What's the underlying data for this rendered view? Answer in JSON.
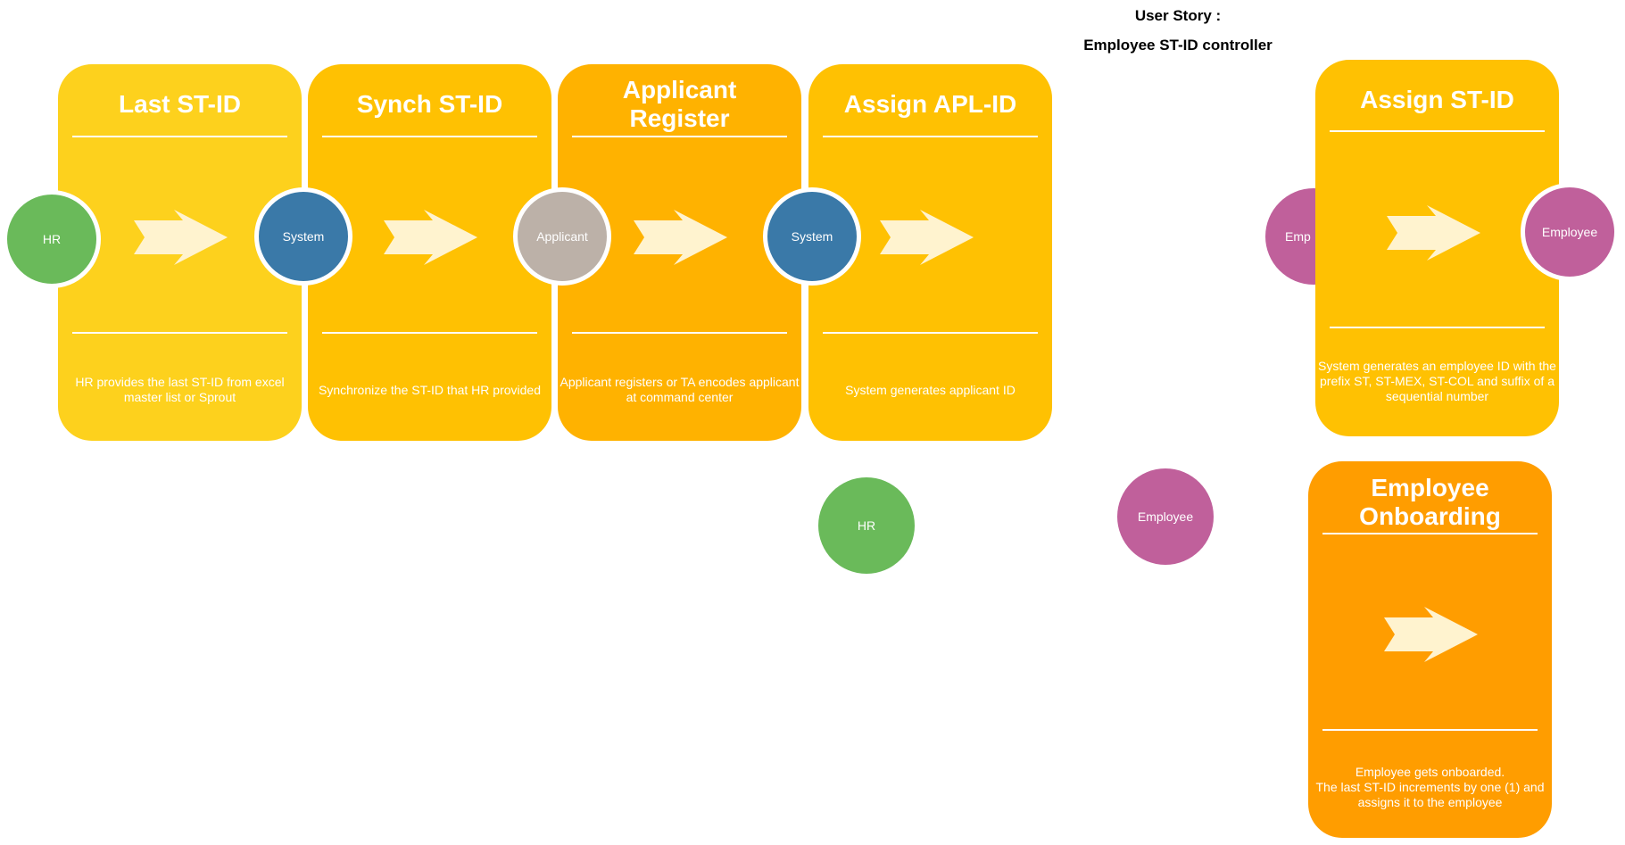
{
  "header": {
    "line1": "User Story :",
    "line2": "Employee ST-ID controller"
  },
  "colors": {
    "card_yellow": "#fdd11d",
    "card_gold": "#ffc102",
    "card_amber": "#ffb200",
    "card_orange": "#ff9d00",
    "arrow_fill": "#fff3cf",
    "actor_hr": "#6aba5a",
    "actor_system": "#3a79a8",
    "actor_applicant": "#bcb1a8",
    "actor_employee": "#c0609b"
  },
  "steps": [
    {
      "title": "Last ST-ID",
      "desc": "HR provides the last ST-ID from excel master list or Sprout",
      "actor": "HR"
    },
    {
      "title": "Synch ST-ID",
      "desc": "Synchronize the ST-ID that HR provided",
      "actor": "System"
    },
    {
      "title": "Applicant Register",
      "desc": "Applicant registers or TA encodes applicant at command center",
      "actor": "Applicant"
    },
    {
      "title": "Assign APL-ID",
      "desc": "System generates applicant ID",
      "actor": "System"
    },
    {
      "title": "Assign ST-ID",
      "desc": "System generates an employee ID with the prefix ST, ST-MEX, ST-COL and suffix of a sequential number",
      "actor": "Employee"
    },
    {
      "title": "Employee Onboarding",
      "desc": "Employee gets onboarded.\nThe last ST-ID increments by one (1) and assigns it to the employee"
    }
  ],
  "extra_actors": {
    "partial_employee": "Emp",
    "loose_hr": "HR",
    "loose_employee": "Employee"
  }
}
